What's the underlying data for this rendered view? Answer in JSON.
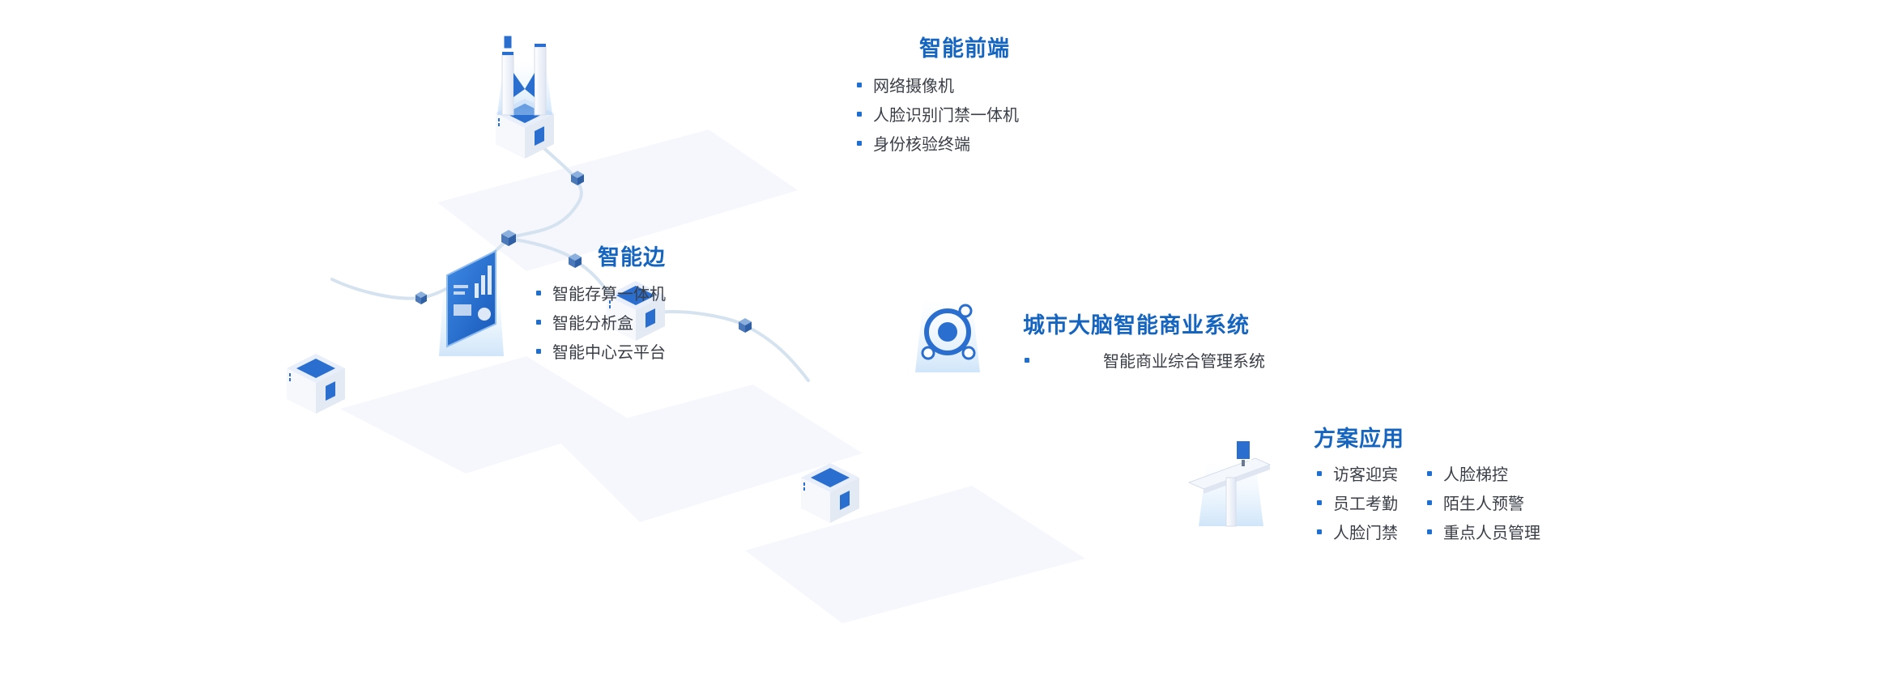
{
  "colors": {
    "accent": "#1565c0",
    "bullet": "#1e6fd0",
    "path": "#d5e2ef",
    "cube": "#4a78b8",
    "box_face": "#eef2fa"
  },
  "nodes": {
    "front": {
      "title": "智能前端",
      "items": [
        "网络摄像机",
        "人脸识别门禁一体机",
        "身份核验终端"
      ],
      "icon": "gate-device-icon"
    },
    "edge": {
      "title": "智能边",
      "items": [
        "智能存算一体机",
        "智能分析盒",
        "智能中心云平台"
      ],
      "icon": "dashboard-panel-icon"
    },
    "brain": {
      "title": "城市大脑智能商业系统",
      "items": [
        "智能商业综合管理系统"
      ],
      "icon": "network-hub-icon"
    },
    "apps": {
      "title": "方案应用",
      "items_col1": [
        "访客迎宾",
        "员工考勤",
        "人脸门禁"
      ],
      "items_col2": [
        "人脸梯控",
        "陌生人预警",
        "重点人员管理"
      ],
      "icon": "turnstile-terminal-icon"
    }
  }
}
